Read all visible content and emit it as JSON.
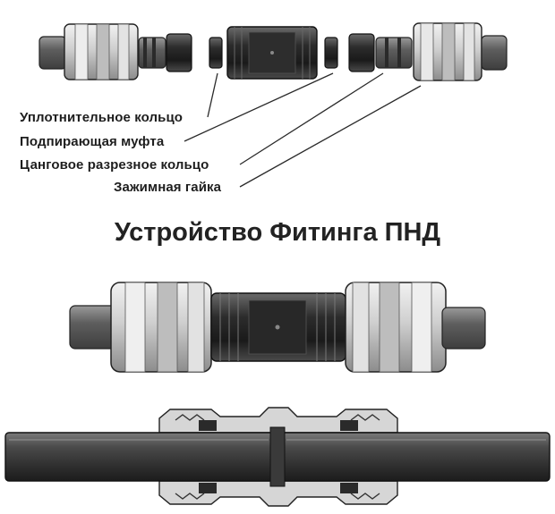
{
  "title": "Устройство Фитинга ПНД",
  "callouts": [
    {
      "id": "seal-ring",
      "label": "Уплотнительное кольцо"
    },
    {
      "id": "support-sleeve",
      "label": "Подпирающая муфта"
    },
    {
      "id": "collet-split-ring",
      "label": "Цанговое разрезное кольцо"
    },
    {
      "id": "clamp-nut",
      "label": "Зажимная гайка"
    }
  ],
  "colors": {
    "background": "#ffffff",
    "dark_part": "#2a2a2a",
    "mid_part": "#6b6b6b",
    "light_part": "#d9d9d9",
    "pipe": "#3a3a3a",
    "text": "#1e1e1e"
  },
  "parts": {
    "exploded_view": [
      "pipe-end-left",
      "clamp-nut-left",
      "collet-ring-left",
      "seal-ring-left",
      "body-center",
      "seal-ring-right",
      "collet-ring-right",
      "clamp-nut-right",
      "pipe-end-right"
    ],
    "assembled_view": [
      "pipe-end-left",
      "clamp-nut-left",
      "body-center",
      "clamp-nut-right",
      "pipe-end-right"
    ],
    "section_view": [
      "pipe-left",
      "pipe-right",
      "fitting-section"
    ]
  }
}
